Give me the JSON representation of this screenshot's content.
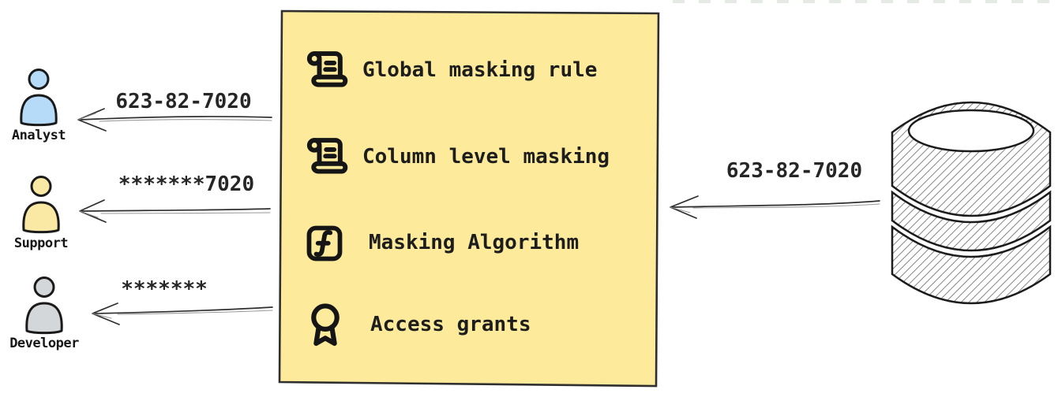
{
  "masking_box": {
    "bg_color": "#FDEA9A",
    "border_color": "#2f2f2f",
    "items": [
      {
        "icon": "scroll-icon",
        "label": "Global masking rule"
      },
      {
        "icon": "scroll-icon",
        "label": "Column level masking"
      },
      {
        "icon": "function-icon",
        "label": "Masking Algorithm"
      },
      {
        "icon": "award-icon",
        "label": "Access grants"
      }
    ]
  },
  "actors": [
    {
      "name": "Analyst",
      "fill_color": "#B5DBF8",
      "received_value": "623-82-7020"
    },
    {
      "name": "Support",
      "fill_color": "#F9E9A4",
      "received_value": "*******7020"
    },
    {
      "name": "Developer",
      "fill_color": "#D3D7DA",
      "received_value": "*******"
    }
  ],
  "database": {
    "icon": "database-icon",
    "sent_value": "623-82-7020"
  }
}
